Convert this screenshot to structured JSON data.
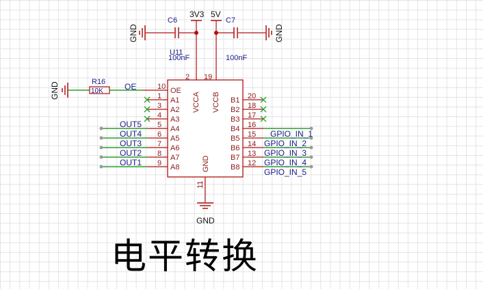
{
  "title": "电平转换",
  "chip": {
    "ref": "U11",
    "power_pins": [
      {
        "name": "VCCA",
        "num": "2"
      },
      {
        "name": "VCCB",
        "num": "19"
      },
      {
        "name": "GND",
        "num": "11"
      }
    ],
    "oe": {
      "name": "OE",
      "num": "10"
    },
    "left_pins": [
      {
        "name": "A1",
        "num": "1",
        "net": ""
      },
      {
        "name": "A2",
        "num": "3",
        "net": ""
      },
      {
        "name": "A3",
        "num": "4",
        "net": ""
      },
      {
        "name": "A4",
        "num": "5",
        "net": "OUT5"
      },
      {
        "name": "A5",
        "num": "6",
        "net": "OUT4"
      },
      {
        "name": "A6",
        "num": "7",
        "net": "OUT3"
      },
      {
        "name": "A7",
        "num": "8",
        "net": "OUT2"
      },
      {
        "name": "A8",
        "num": "9",
        "net": "OUT1"
      }
    ],
    "right_pins": [
      {
        "name": "B1",
        "num": "20",
        "net": ""
      },
      {
        "name": "B2",
        "num": "18",
        "net": ""
      },
      {
        "name": "B3",
        "num": "17",
        "net": ""
      },
      {
        "name": "B4",
        "num": "16",
        "net": ""
      },
      {
        "name": "B5",
        "num": "15",
        "net": "GPIO_IN_1"
      },
      {
        "name": "B6",
        "num": "14",
        "net": "GPIO_IN_2"
      },
      {
        "name": "B7",
        "num": "13",
        "net": "GPIO_IN_3"
      },
      {
        "name": "B8",
        "num": "12",
        "net": "GPIO_IN_4"
      }
    ],
    "extra_net": "GPIO_IN_5"
  },
  "power": {
    "v1": "3V3",
    "v2": "5V",
    "gnd": "GND"
  },
  "caps": [
    {
      "ref": "C6",
      "value": "100nF"
    },
    {
      "ref": "C7",
      "value": "100nF"
    }
  ],
  "resistor": {
    "ref": "R16",
    "value": "10K"
  },
  "colors": {
    "wire": "#008a00",
    "symbol": "#b01010",
    "net_label": "#1a1a8b",
    "noconnect": "#2ca02c"
  }
}
